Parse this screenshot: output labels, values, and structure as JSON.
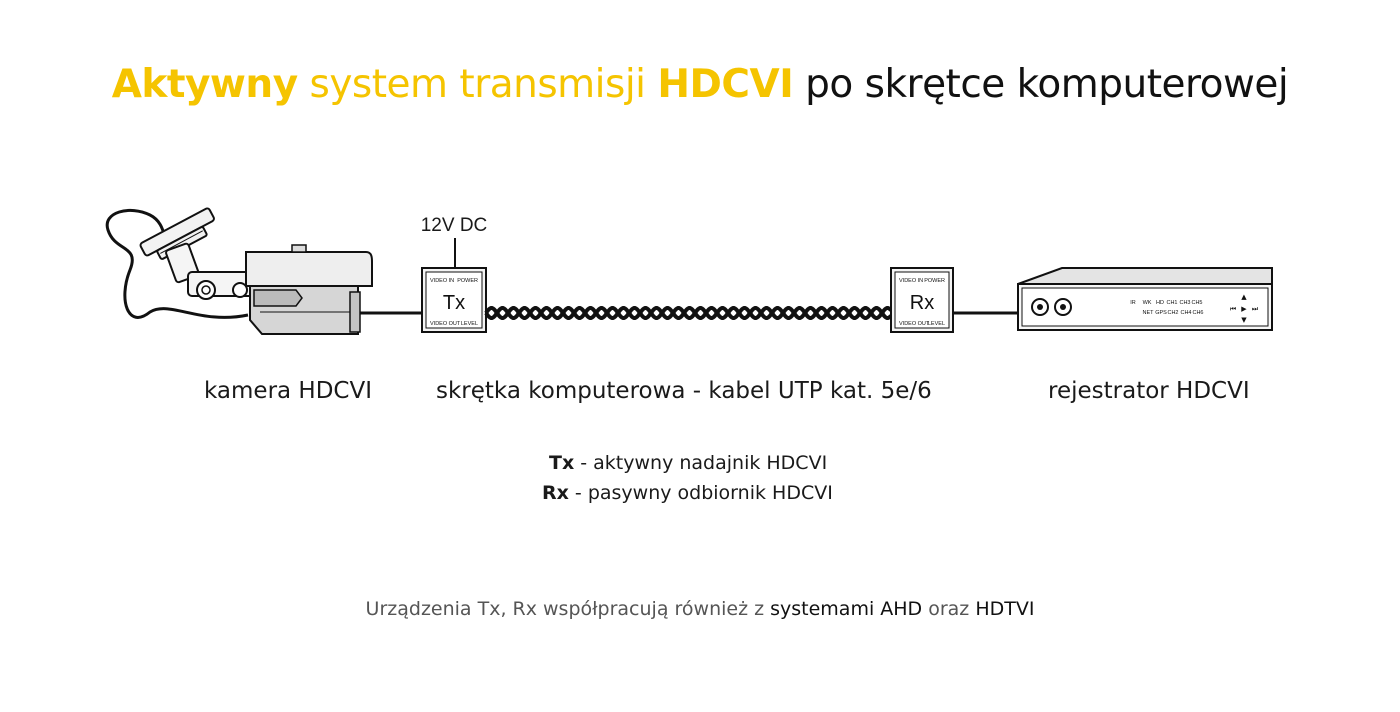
{
  "title": {
    "part1": "Aktywny",
    "part2": " system transmisji ",
    "part3": "HDCVI",
    "part4": " po skrętce komputerowej"
  },
  "colors": {
    "accent": "#f5c400",
    "text": "#1a1a1a",
    "muted": "#555555"
  },
  "power_label": "12V DC",
  "tx_box": {
    "name": "Tx",
    "top_left": "VIDEO IN",
    "top_right": "POWER",
    "bottom_left": "VIDEO OUT",
    "bottom_right": "LEVEL"
  },
  "rx_box": {
    "name": "Rx",
    "top_left": "VIDEO IN",
    "top_right": "POWER",
    "bottom_left": "VIDEO OUT",
    "bottom_right": "LEVEL"
  },
  "recorder_panel": {
    "row1": [
      "IR",
      "WK",
      "HD",
      "CH1",
      "CH3",
      "CH5"
    ],
    "row2": [
      "NET",
      "GPS",
      "CH2",
      "CH4",
      "CH6"
    ]
  },
  "labels": {
    "camera": "kamera HDCVI",
    "cable": "skrętka komputerowa - kabel UTP kat. 5e/6",
    "recorder": "rejestrator HDCVI"
  },
  "legend": {
    "tx_abbr": "Tx",
    "tx_desc": " - aktywny nadajnik HDCVI",
    "rx_abbr": "Rx",
    "rx_desc": " - pasywny odbiornik HDCVI"
  },
  "note": {
    "part1": "Urządzenia Tx, Rx współpracują również z ",
    "part2": "systemami AHD",
    "part3": " oraz ",
    "part4": "HDTVI"
  }
}
